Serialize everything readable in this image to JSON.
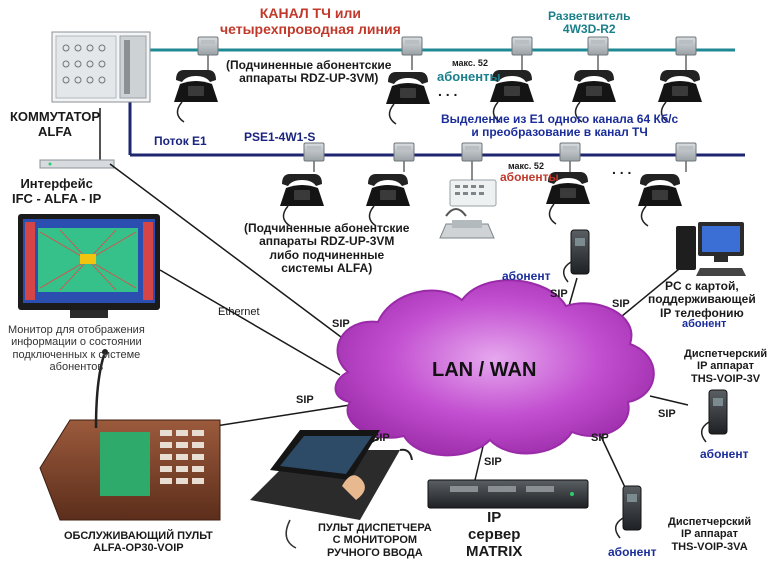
{
  "labels": {
    "tch_title": "КАНАЛ ТЧ или\nчетырехпроводная линия",
    "splitter": "Разветвитель\n4W3D-R2",
    "sub_rdz_top": "(Подчиненные абонентские\nаппараты RDZ-UP-3VM)",
    "max52_top": "макс. 52",
    "subscribers_top": "абоненты",
    "ellipsis_top": ". . .",
    "e1_extract": "Выделение из Е1 одного канала 64 Кб/с\nи преобразование в канал ТЧ",
    "switch": "КОММУТАТОР\nALFA",
    "e1_stream": "Поток Е1",
    "pse": "PSE1-4W1-S",
    "max52_mid": "макс. 52",
    "subscribers_mid": "абоненты",
    "ellipsis_mid": ". . .",
    "interface": "Интерфейс\nIFC - ALFA - IP",
    "sub_rdz_mid": "(Подчиненные абонентские\nаппараты RDZ-UP-3VM\nлибо подчиненные\nсистемы ALFA)",
    "subscriber": "абонент",
    "pc": "PC с картой,\nподдерживающей\nIP телефонию",
    "pc_sub": "абонент",
    "ethernet": "Ethernet",
    "monitor": "Монитор для отображения\nинформации о состоянии\nподключенных к системе\nабонентов",
    "lan_wan": "LAN / WAN",
    "disp_3v": "Диспетчерский\nIP аппарат\nTHS-VOIP-3V",
    "sub_3v": "абонент",
    "sip": "SIP",
    "console": "ОБСЛУЖИВАЮЩИЙ ПУЛЬТ\nALFA-OP30-VOIP",
    "dispatcher_console": "ПУЛЬТ ДИСПЕТЧЕРА\nС МОНИТОРОМ\nРУЧНОГО ВВОДА",
    "ip_server": "IP\nсервер\nMATRIX",
    "sub_3va": "абонент",
    "disp_3va": "Диспетчерский\nIP аппарат\nTHS-VOIP-3VA"
  },
  "colors": {
    "bus_teal": "#1f8a94",
    "bus_navy": "#1e2670",
    "cloud_fill": "#c24ed0",
    "cloud_edge": "#9a2ba8",
    "link": "#1a1a1a",
    "accent_red": "#c0392b"
  }
}
